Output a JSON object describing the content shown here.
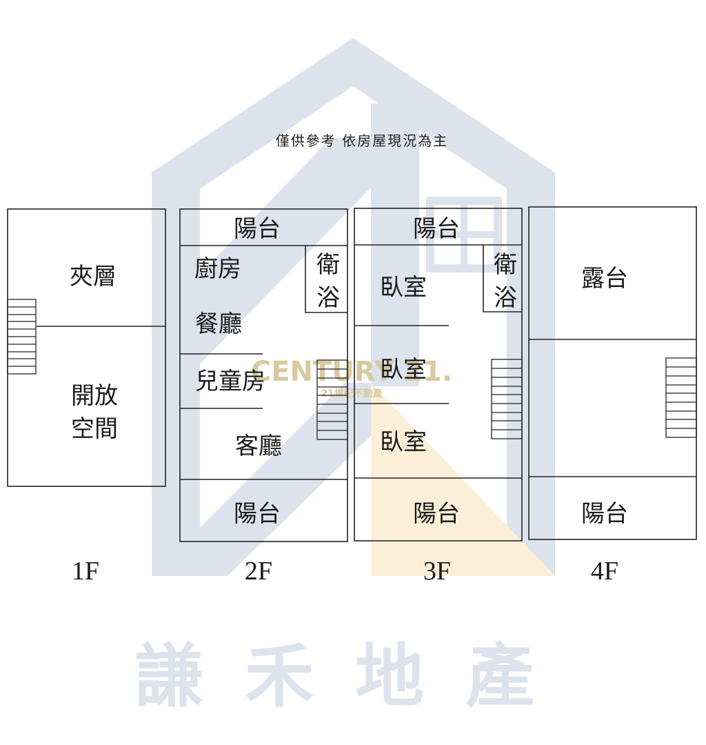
{
  "notice": "僅供參考 依房屋現況為主",
  "colors": {
    "watermark_blue": "#dde3ed",
    "watermark_gold": "#fcefd8",
    "logo_gold": "#d8c9a0",
    "line": "#222222"
  },
  "floors": [
    {
      "label": "1F",
      "rooms": {
        "mezzanine": "夾層",
        "open_space_line1": "開放",
        "open_space_line2": "空間"
      }
    },
    {
      "label": "2F",
      "rooms": {
        "balcony_top": "陽台",
        "kitchen": "廚房",
        "bath_line1": "衛",
        "bath_line2": "浴",
        "dining": "餐廳",
        "kids_room": "兒童房",
        "living": "客廳",
        "balcony_bottom": "陽台"
      }
    },
    {
      "label": "3F",
      "rooms": {
        "balcony_top": "陽台",
        "bedroom1": "臥室",
        "bath_line1": "衛",
        "bath_line2": "浴",
        "bedroom2": "臥室",
        "bedroom3": "臥室",
        "balcony_bottom": "陽台"
      }
    },
    {
      "label": "4F",
      "rooms": {
        "terrace": "露台",
        "balcony_bottom": "陽台"
      }
    }
  ],
  "watermark": {
    "brand": "CENTURY 21.",
    "brand_sub": "21世紀不動產",
    "agency": "謙禾地產"
  }
}
